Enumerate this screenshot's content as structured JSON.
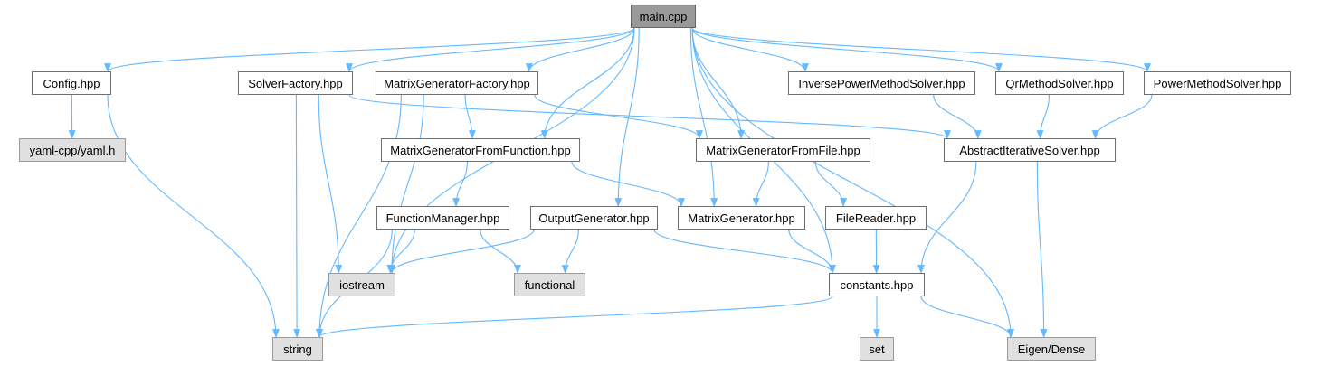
{
  "graph": {
    "edge_color": "#63b8ff",
    "nodes": [
      {
        "id": "main",
        "label": "main.cpp",
        "style": "root"
      },
      {
        "id": "config",
        "label": "Config.hpp",
        "style": "file"
      },
      {
        "id": "solverfactory",
        "label": "SolverFactory.hpp",
        "style": "file"
      },
      {
        "id": "mgfactory",
        "label": "MatrixGeneratorFactory.hpp",
        "style": "file"
      },
      {
        "id": "invpower",
        "label": "InversePowerMethodSolver.hpp",
        "style": "file"
      },
      {
        "id": "qr",
        "label": "QrMethodSolver.hpp",
        "style": "file"
      },
      {
        "id": "power",
        "label": "PowerMethodSolver.hpp",
        "style": "file"
      },
      {
        "id": "yaml",
        "label": "yaml-cpp/yaml.h",
        "style": "system"
      },
      {
        "id": "mgfunction",
        "label": "MatrixGeneratorFromFunction.hpp",
        "style": "file"
      },
      {
        "id": "mgfile",
        "label": "MatrixGeneratorFromFile.hpp",
        "style": "file"
      },
      {
        "id": "abstract",
        "label": "AbstractIterativeSolver.hpp",
        "style": "file"
      },
      {
        "id": "funcmgr",
        "label": "FunctionManager.hpp",
        "style": "file"
      },
      {
        "id": "outgen",
        "label": "OutputGenerator.hpp",
        "style": "file"
      },
      {
        "id": "matgen",
        "label": "MatrixGenerator.hpp",
        "style": "file"
      },
      {
        "id": "filereader",
        "label": "FileReader.hpp",
        "style": "file"
      },
      {
        "id": "iostream",
        "label": "iostream",
        "style": "system"
      },
      {
        "id": "functional",
        "label": "functional",
        "style": "system"
      },
      {
        "id": "constants",
        "label": "constants.hpp",
        "style": "file"
      },
      {
        "id": "string",
        "label": "string",
        "style": "system"
      },
      {
        "id": "set",
        "label": "set",
        "style": "system"
      },
      {
        "id": "eigen",
        "label": "Eigen/Dense",
        "style": "system"
      }
    ],
    "edges": [
      [
        "main",
        "config"
      ],
      [
        "main",
        "solverfactory"
      ],
      [
        "main",
        "mgfactory"
      ],
      [
        "main",
        "invpower"
      ],
      [
        "main",
        "qr"
      ],
      [
        "main",
        "power"
      ],
      [
        "main",
        "iostream"
      ],
      [
        "main",
        "mgfunction"
      ],
      [
        "main",
        "mgfile"
      ],
      [
        "main",
        "outgen"
      ],
      [
        "main",
        "matgen"
      ],
      [
        "main",
        "constants"
      ],
      [
        "main",
        "eigen"
      ],
      [
        "config",
        "yaml"
      ],
      [
        "config",
        "string"
      ],
      [
        "solverfactory",
        "iostream"
      ],
      [
        "solverfactory",
        "string"
      ],
      [
        "solverfactory",
        "abstract"
      ],
      [
        "mgfactory",
        "mgfunction"
      ],
      [
        "mgfactory",
        "mgfile"
      ],
      [
        "mgfactory",
        "iostream"
      ],
      [
        "mgfactory",
        "string"
      ],
      [
        "invpower",
        "abstract"
      ],
      [
        "qr",
        "abstract"
      ],
      [
        "power",
        "abstract"
      ],
      [
        "mgfunction",
        "funcmgr"
      ],
      [
        "mgfunction",
        "matgen"
      ],
      [
        "mgfile",
        "matgen"
      ],
      [
        "mgfile",
        "filereader"
      ],
      [
        "abstract",
        "constants"
      ],
      [
        "abstract",
        "eigen"
      ],
      [
        "funcmgr",
        "iostream"
      ],
      [
        "funcmgr",
        "functional"
      ],
      [
        "funcmgr",
        "string"
      ],
      [
        "outgen",
        "iostream"
      ],
      [
        "outgen",
        "functional"
      ],
      [
        "outgen",
        "constants"
      ],
      [
        "matgen",
        "constants"
      ],
      [
        "filereader",
        "constants"
      ],
      [
        "constants",
        "string"
      ],
      [
        "constants",
        "set"
      ],
      [
        "constants",
        "eigen"
      ]
    ]
  }
}
